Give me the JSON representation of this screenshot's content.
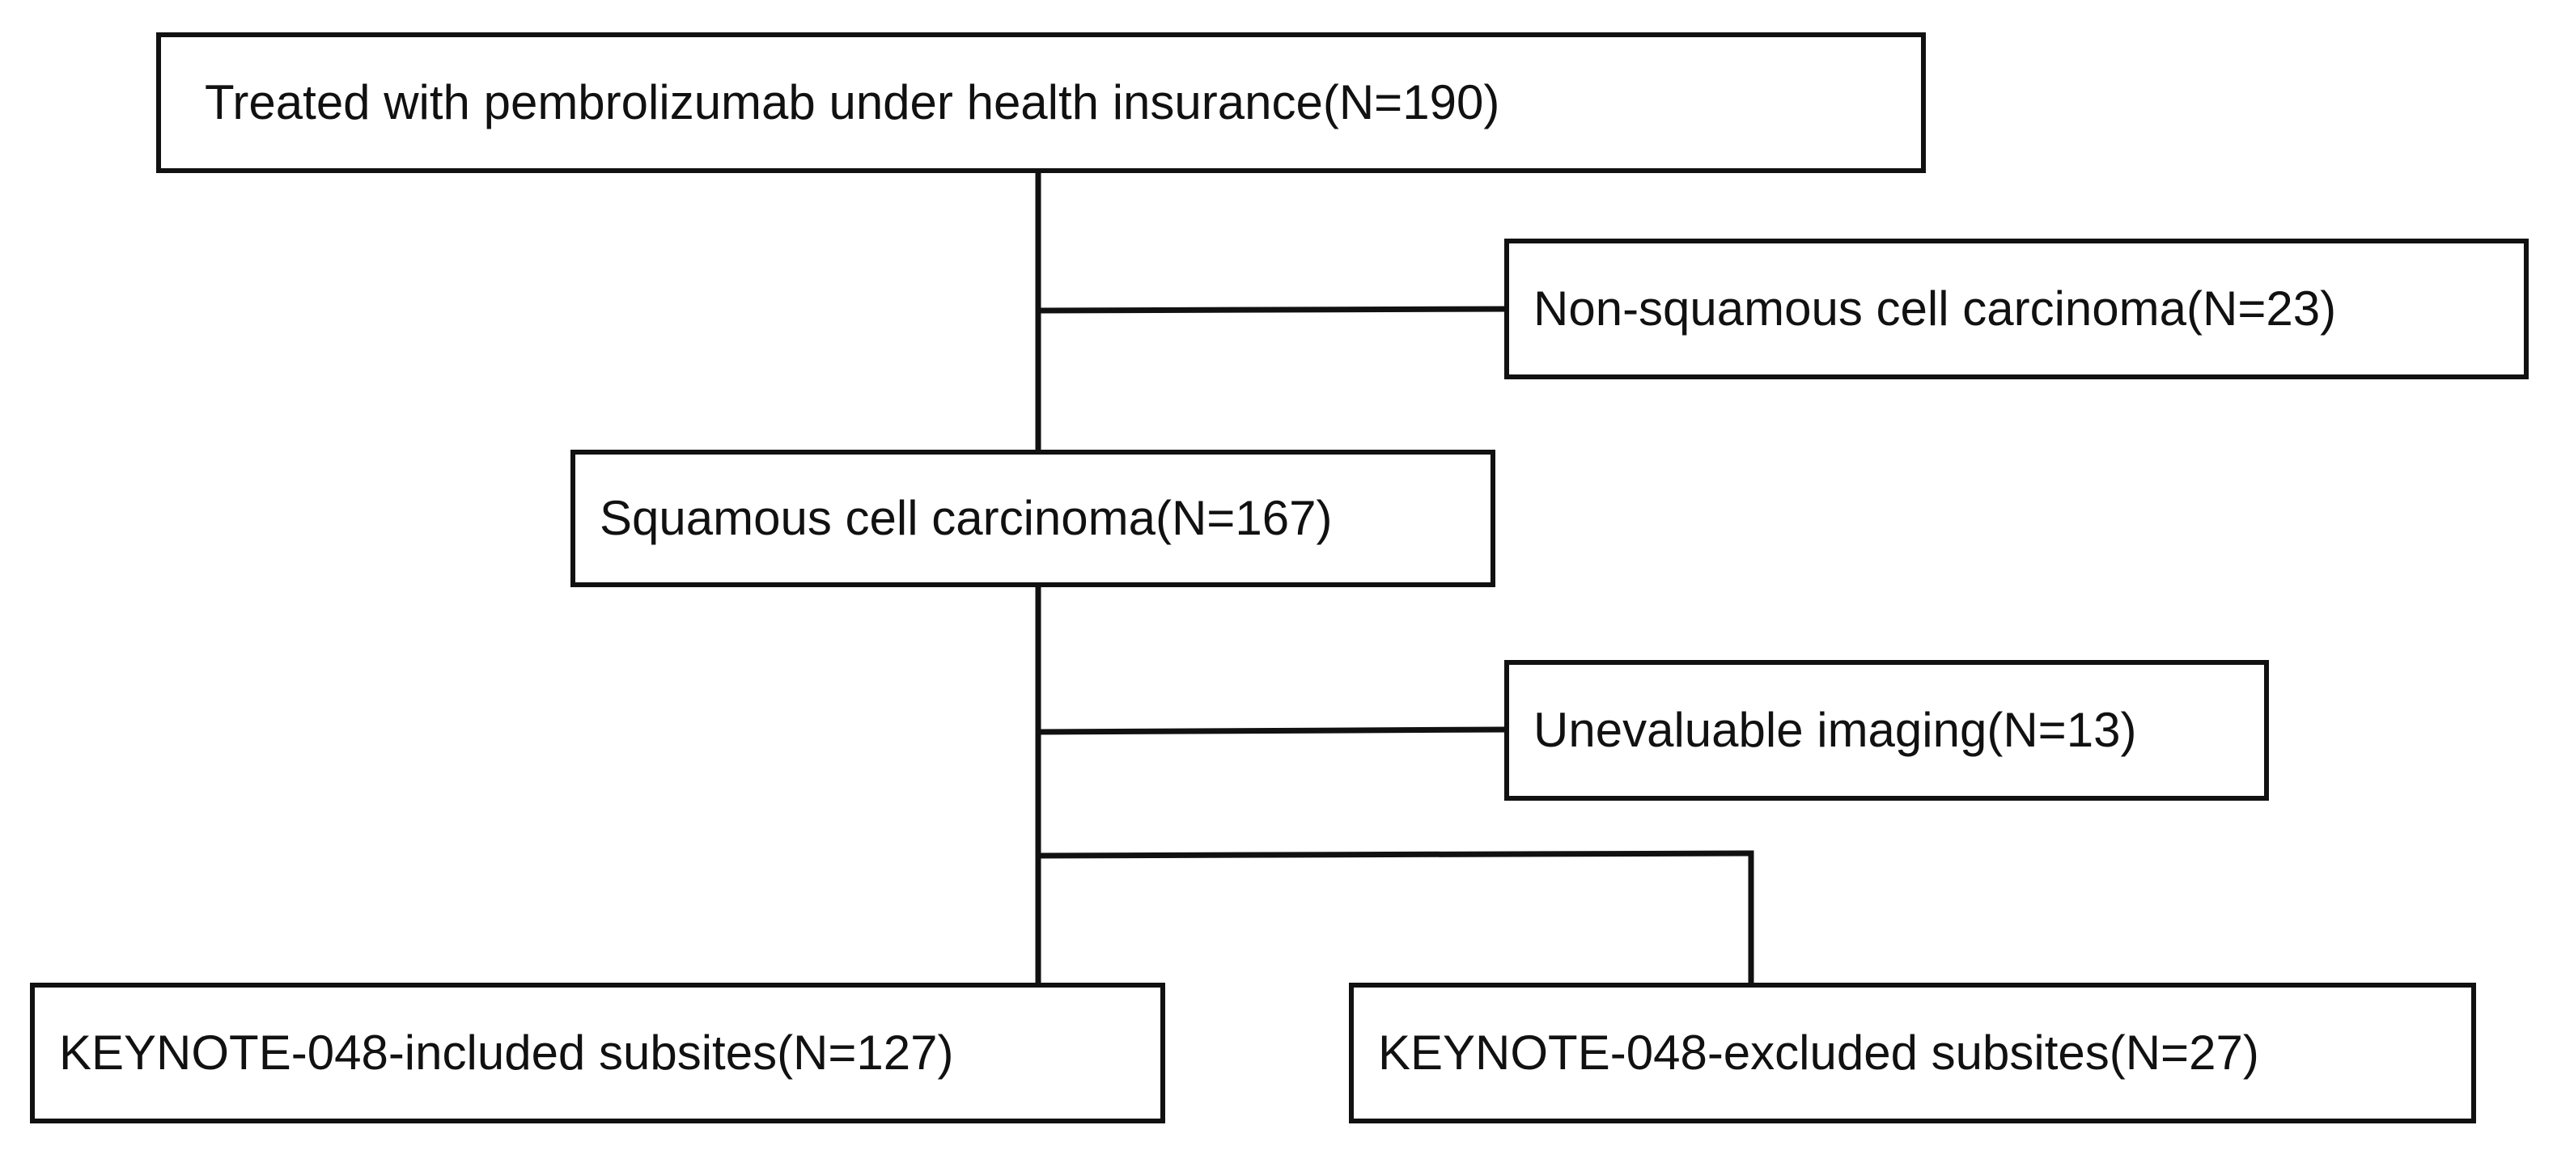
{
  "flowchart": {
    "nodes": {
      "treated": "Treated with pembrolizumab under health insurance(N=190)",
      "non_squamous": "Non-squamous cell carcinoma(N=23)",
      "squamous": "Squamous cell carcinoma(N=167)",
      "unevaluable": "Unevaluable imaging(N=13)",
      "included": "KEYNOTE-048-included subsites(N=127)",
      "excluded": "KEYNOTE-048-excluded subsites(N=27)"
    },
    "edges": [
      {
        "from": "treated",
        "to": "non_squamous"
      },
      {
        "from": "treated",
        "to": "squamous"
      },
      {
        "from": "squamous",
        "to": "unevaluable"
      },
      {
        "from": "squamous",
        "to": "included"
      },
      {
        "from": "squamous",
        "to": "excluded"
      }
    ]
  }
}
